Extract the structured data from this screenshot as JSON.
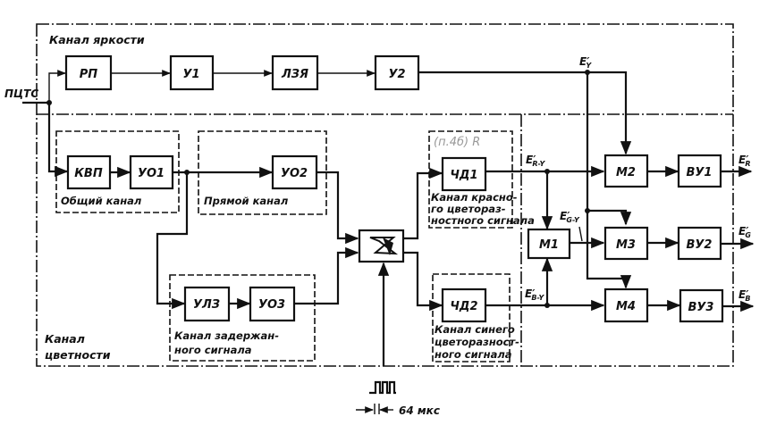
{
  "figure": {
    "input_label": "ПЦТС",
    "channels": {
      "luminance": "Канал яркости",
      "chrominance_line1": "Канал",
      "chrominance_line2": "цветности"
    },
    "groups": {
      "common": "Общий канал",
      "direct": "Прямой канал",
      "delayed_line1": "Канал задержан-",
      "delayed_line2": "ного сигнала",
      "red_line1": "Канал красно-",
      "red_line2": "го цветораз-",
      "red_line3": "ностного сигнала",
      "blue_line1": "Канал синего",
      "blue_line2": "цветоразност-",
      "blue_line3": "ного сигнала",
      "handwritten_note": "(п.4б) R"
    },
    "blocks": {
      "rp": "РП",
      "u1": "У1",
      "lzya": "ЛЗЯ",
      "u2": "У2",
      "kvp": "КВП",
      "uo1": "УО1",
      "uo2": "УО2",
      "ulz": "УЛЗ",
      "uo3": "УО3",
      "chd1": "ЧД1",
      "chd2": "ЧД2",
      "m1": "М1",
      "m2": "М2",
      "m3": "М3",
      "m4": "М4",
      "vu1": "ВУ1",
      "vu2": "ВУ2",
      "vu3": "ВУ3"
    },
    "signals": {
      "ey": "E",
      "ey_sub": "Y",
      "er_y": "E",
      "er_y_sub": "R-Y",
      "eg_y": "E",
      "eg_y_sub": "G-Y",
      "eb_y": "E",
      "eb_y_sub": "B-Y",
      "er": "E",
      "er_sub": "R",
      "eg": "E",
      "eg_sub": "G",
      "eb": "E",
      "eb_sub": "B",
      "prime": "′"
    },
    "switch_pulse_label": "64 мкс"
  }
}
